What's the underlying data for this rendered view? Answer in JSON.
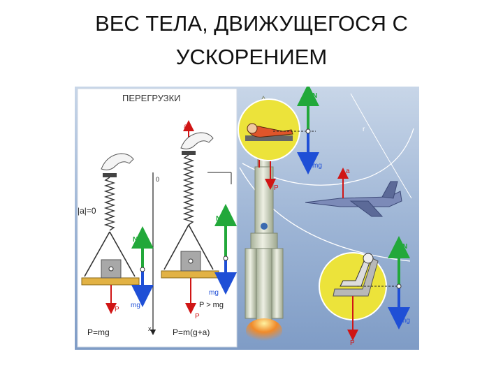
{
  "title": {
    "line1": "ВЕС   ТЕЛА,  ДВИЖУЩЕГОСЯ   С",
    "line2": "УСКОРЕНИЕМ"
  },
  "panel": {
    "heading": "ПЕРЕГРУЗКИ",
    "left_case": {
      "accel_label": "|a|=0",
      "formula": "P=mg"
    },
    "right_case": {
      "accel_label": "a",
      "formula": "P=m(g+a)",
      "inequality": "P > mg"
    },
    "axis_origin": "0",
    "axis_x": "x"
  },
  "vectors": {
    "N": "N",
    "mg": "mg",
    "P": "P",
    "a": "a",
    "r": "r"
  },
  "colors": {
    "accent_green": "#22a83a",
    "accent_blue": "#1f4fd6",
    "accent_red": "#d01515",
    "platform": "#e2b244",
    "sky": "#9db6d8"
  }
}
